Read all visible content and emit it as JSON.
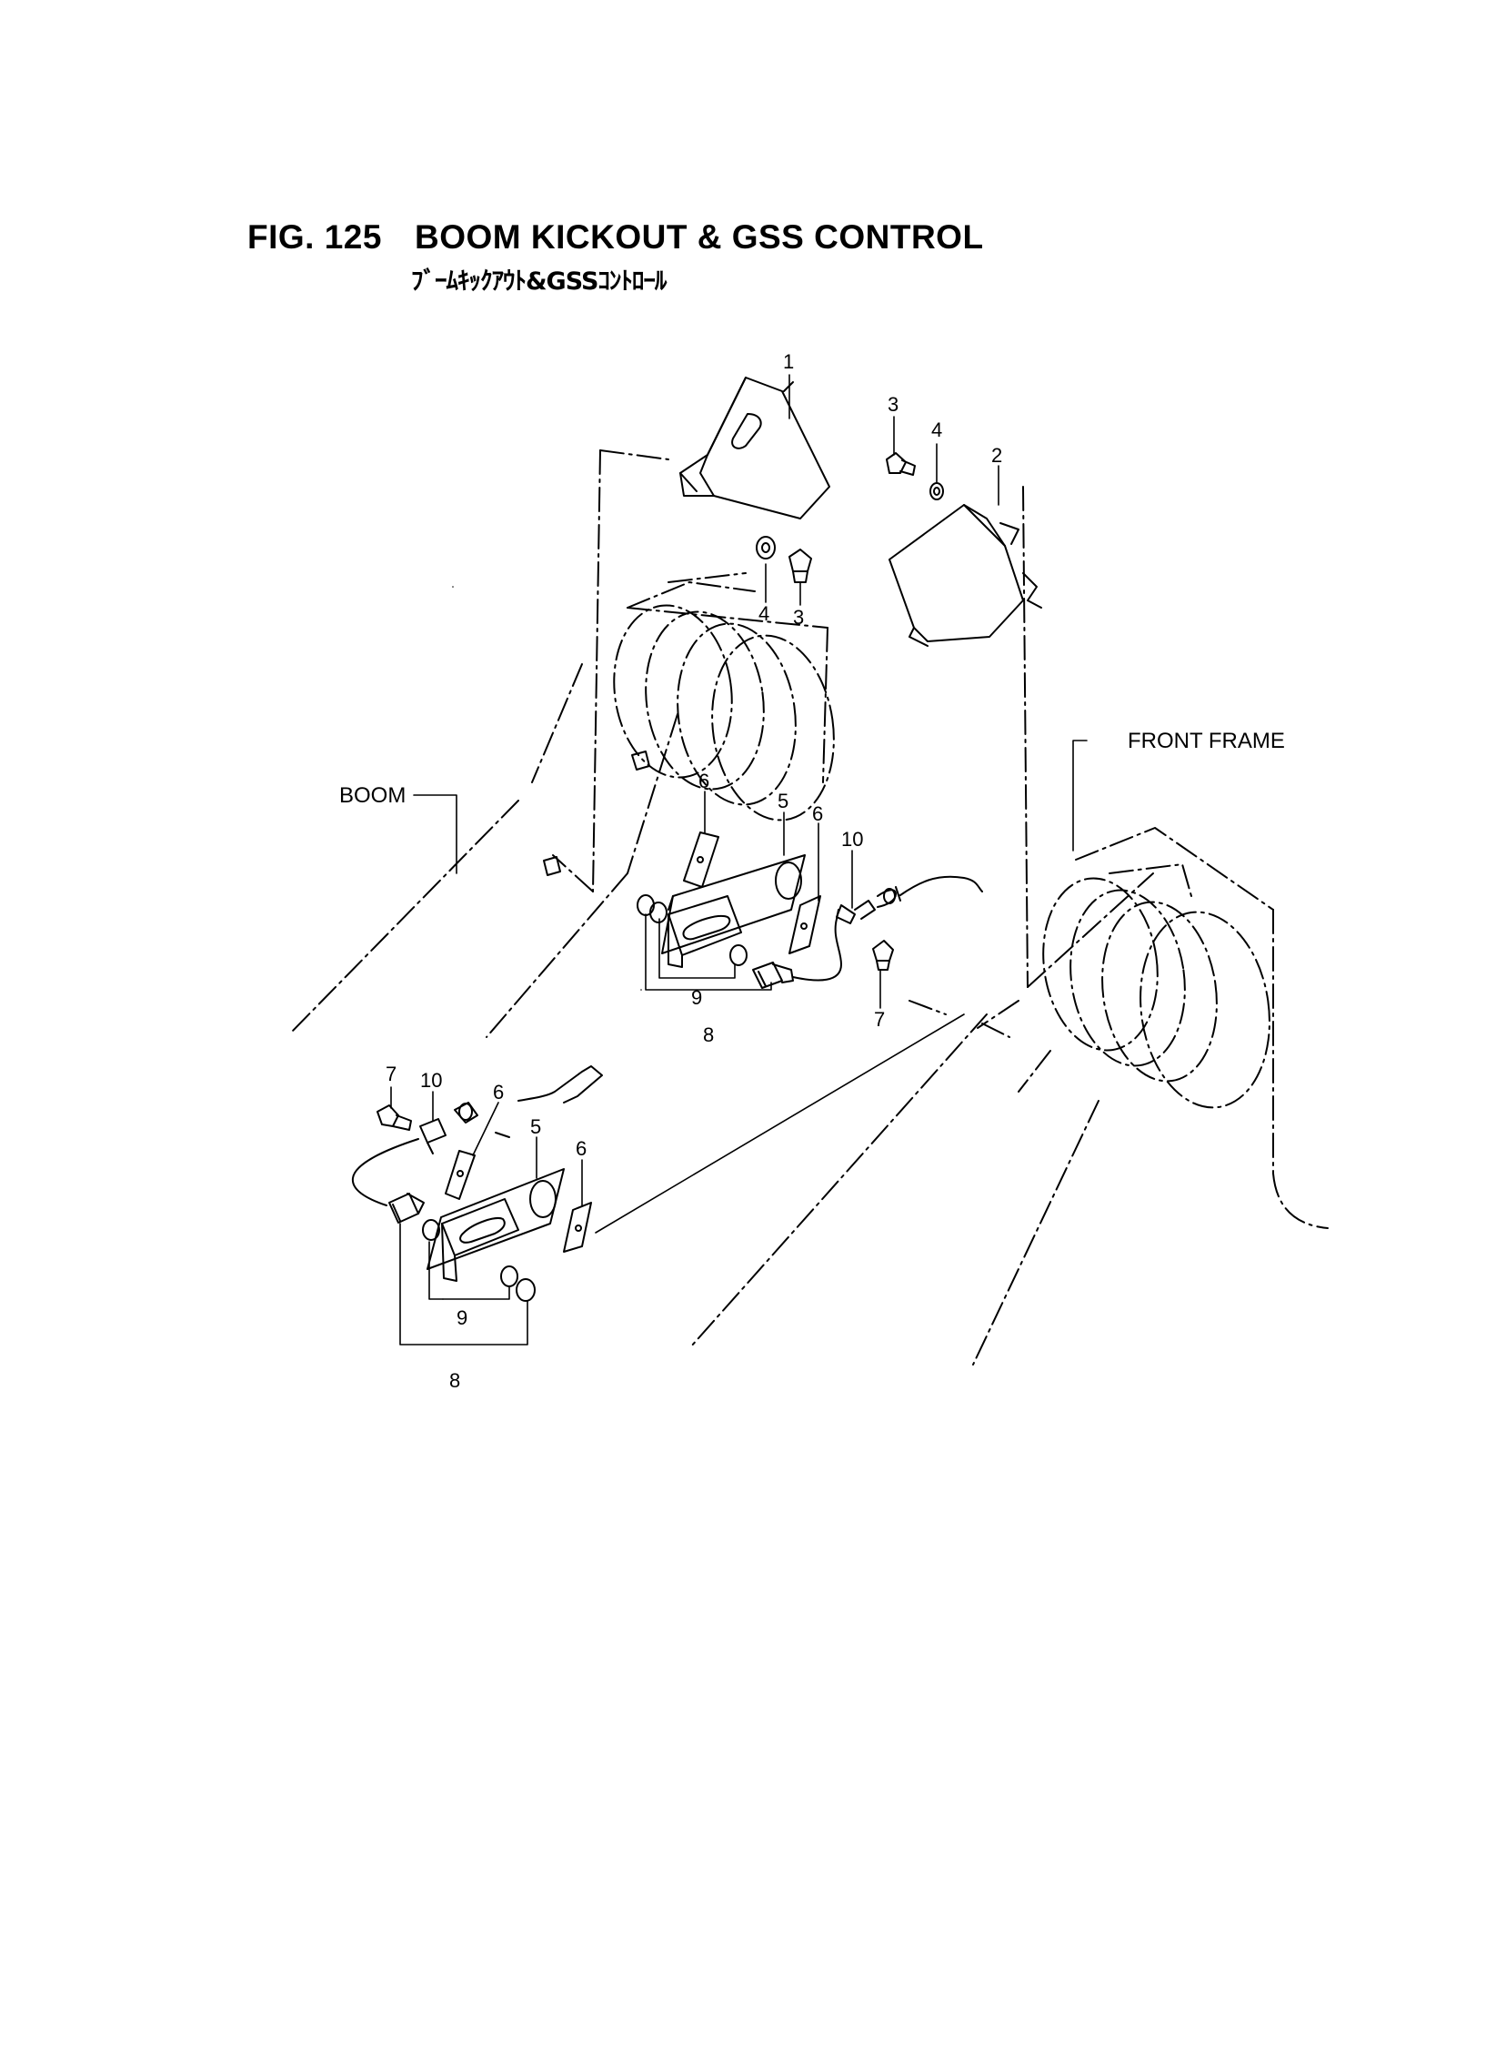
{
  "figure": {
    "number": "FIG. 125",
    "title": "BOOM KICKOUT & GSS CONTROL",
    "subtitle": "ﾌﾞｰﾑｷｯｸｱｳﾄ&GSSｺﾝﾄﾛｰﾙ"
  },
  "labels": {
    "boom": "BOOM",
    "front_frame": "FRONT FRAME"
  },
  "callouts": {
    "upper_bracket_1": "1",
    "bracket_2": "2",
    "bolt_3_top": "3",
    "washer_4_top": "4",
    "washer_4_mid": "4",
    "bolt_3_mid": "3",
    "plate_6_upper_left": "6",
    "plate_5_upper": "5",
    "plate_6_upper_right": "6",
    "switch_10_upper": "10",
    "bolt_7_upper": "7",
    "ring_9_upper": "9",
    "switch_8_upper": "8",
    "bolt_7_lower": "7",
    "switch_10_lower": "10",
    "plate_6_lower_left": "6",
    "plate_5_lower": "5",
    "plate_6_lower_right": "6",
    "ring_9_lower": "9",
    "switch_8_lower": "8"
  }
}
